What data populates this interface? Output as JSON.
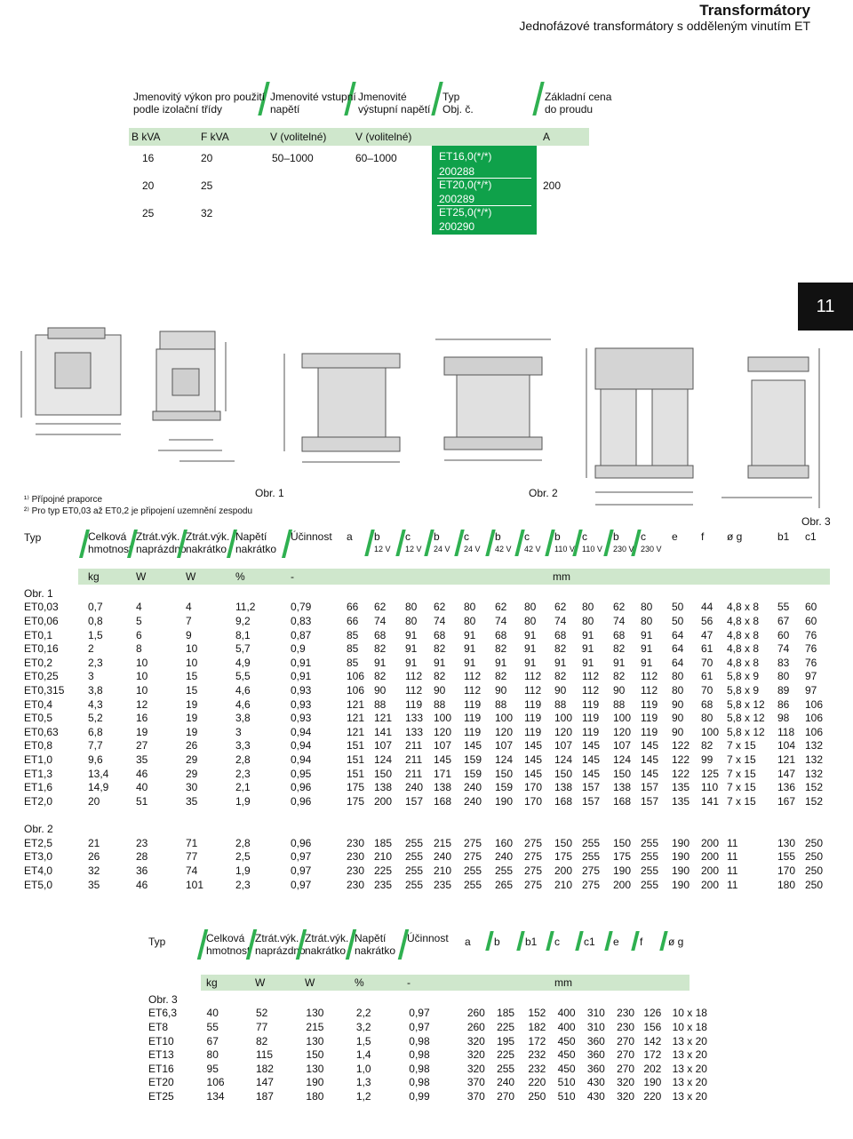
{
  "header": {
    "title": "Transformátory",
    "subtitle": "Jednofázové transformátory s odděleným vinutím ET"
  },
  "top_table": {
    "headers": [
      "Jmenovitý výkon pro použití\npodle izolační třídy",
      "Jmenovité vstupní\nnapětí",
      "Jmenovité\nvýstupní napětí",
      "Typ\nObj. č.",
      "Základní cena\ndo proudu"
    ],
    "units": [
      "B kVA",
      "F kVA",
      "V (volitelné)",
      "V (volitelné)",
      "A"
    ],
    "col_b": [
      "16",
      "20",
      "25"
    ],
    "col_f": [
      "20",
      "25",
      "32"
    ],
    "input_v": "50–1000",
    "output_v": "60–1000",
    "types": [
      {
        "type": "ET16,0(*/*)",
        "code": "200288"
      },
      {
        "type": "ET20,0(*/*)",
        "code": "200289"
      },
      {
        "type": "ET25,0(*/*)",
        "code": "200290"
      }
    ],
    "current": "200"
  },
  "tab_number": "11",
  "figures": {
    "obr1": "Obr. 1",
    "obr2": "Obr. 2",
    "obr3": "Obr. 3"
  },
  "footnotes": {
    "f1": "¹⁾ Přípojné praporce",
    "f2": "²⁾ Pro typ ET0,03 až ET0,2 je připojení uzemnění zespodu"
  },
  "main_table": {
    "headers": [
      "Typ",
      "Celková\nhmotnost",
      "Ztrát.výk.\nnaprázdno",
      "Ztrát.výk.\nnakrátko",
      "Napětí\nnakrátko",
      "Účinnost",
      "a",
      "b",
      "c",
      "b",
      "c",
      "b",
      "c",
      "b",
      "c",
      "b",
      "c",
      "e",
      "f",
      "ø g",
      "b1",
      "c1"
    ],
    "header_subs": [
      "",
      "",
      "",
      "",
      "",
      "",
      "",
      "12 V",
      "12 V",
      "24 V",
      "24 V",
      "42 V",
      "42 V",
      "110 V",
      "110 V",
      "230 V",
      "230 V",
      "",
      "",
      "",
      "",
      ""
    ],
    "units": [
      "",
      "kg",
      "W",
      "W",
      "%",
      "-",
      "",
      "",
      "",
      "",
      "",
      "",
      "",
      "",
      "mm",
      "",
      "",
      "",
      "",
      "",
      "",
      ""
    ],
    "group1_label": "Obr. 1",
    "group1_rows": [
      [
        "ET0,03",
        "0,7",
        "4",
        "4",
        "11,2",
        "0,79",
        "66",
        "62",
        "80",
        "62",
        "80",
        "62",
        "80",
        "62",
        "80",
        "62",
        "80",
        "50",
        "44",
        "4,8 x 8",
        "55",
        "60"
      ],
      [
        "ET0,06",
        "0,8",
        "5",
        "7",
        "9,2",
        "0,83",
        "66",
        "74",
        "80",
        "74",
        "80",
        "74",
        "80",
        "74",
        "80",
        "74",
        "80",
        "50",
        "56",
        "4,8 x 8",
        "67",
        "60"
      ],
      [
        "ET0,1",
        "1,5",
        "6",
        "9",
        "8,1",
        "0,87",
        "85",
        "68",
        "91",
        "68",
        "91",
        "68",
        "91",
        "68",
        "91",
        "68",
        "91",
        "64",
        "47",
        "4,8 x 8",
        "60",
        "76"
      ],
      [
        "ET0,16",
        "2",
        "8",
        "10",
        "5,7",
        "0,9",
        "85",
        "82",
        "91",
        "82",
        "91",
        "82",
        "91",
        "82",
        "91",
        "82",
        "91",
        "64",
        "61",
        "4,8 x 8",
        "74",
        "76"
      ],
      [
        "ET0,2",
        "2,3",
        "10",
        "10",
        "4,9",
        "0,91",
        "85",
        "91",
        "91",
        "91",
        "91",
        "91",
        "91",
        "91",
        "91",
        "91",
        "91",
        "64",
        "70",
        "4,8 x 8",
        "83",
        "76"
      ],
      [
        "ET0,25",
        "3",
        "10",
        "15",
        "5,5",
        "0,91",
        "106",
        "82",
        "112",
        "82",
        "112",
        "82",
        "112",
        "82",
        "112",
        "82",
        "112",
        "80",
        "61",
        "5,8 x 9",
        "80",
        "97"
      ],
      [
        "ET0,315",
        "3,8",
        "10",
        "15",
        "4,6",
        "0,93",
        "106",
        "90",
        "112",
        "90",
        "112",
        "90",
        "112",
        "90",
        "112",
        "90",
        "112",
        "80",
        "70",
        "5,8 x 9",
        "89",
        "97"
      ],
      [
        "ET0,4",
        "4,3",
        "12",
        "19",
        "4,6",
        "0,93",
        "121",
        "88",
        "119",
        "88",
        "119",
        "88",
        "119",
        "88",
        "119",
        "88",
        "119",
        "90",
        "68",
        "5,8 x 12",
        "86",
        "106"
      ],
      [
        "ET0,5",
        "5,2",
        "16",
        "19",
        "3,8",
        "0,93",
        "121",
        "121",
        "133",
        "100",
        "119",
        "100",
        "119",
        "100",
        "119",
        "100",
        "119",
        "90",
        "80",
        "5,8 x 12",
        "98",
        "106"
      ],
      [
        "ET0,63",
        "6,8",
        "19",
        "19",
        "3",
        "0,94",
        "121",
        "141",
        "133",
        "120",
        "119",
        "120",
        "119",
        "120",
        "119",
        "120",
        "119",
        "90",
        "100",
        "5,8 x 12",
        "118",
        "106"
      ],
      [
        "ET0,8",
        "7,7",
        "27",
        "26",
        "3,3",
        "0,94",
        "151",
        "107",
        "211",
        "107",
        "145",
        "107",
        "145",
        "107",
        "145",
        "107",
        "145",
        "122",
        "82",
        "7 x 15",
        "104",
        "132"
      ],
      [
        "ET1,0",
        "9,6",
        "35",
        "29",
        "2,8",
        "0,94",
        "151",
        "124",
        "211",
        "145",
        "159",
        "124",
        "145",
        "124",
        "145",
        "124",
        "145",
        "122",
        "99",
        "7 x 15",
        "121",
        "132"
      ],
      [
        "ET1,3",
        "13,4",
        "46",
        "29",
        "2,3",
        "0,95",
        "151",
        "150",
        "211",
        "171",
        "159",
        "150",
        "145",
        "150",
        "145",
        "150",
        "145",
        "122",
        "125",
        "7 x 15",
        "147",
        "132"
      ],
      [
        "ET1,6",
        "14,9",
        "40",
        "30",
        "2,1",
        "0,96",
        "175",
        "138",
        "240",
        "138",
        "240",
        "159",
        "170",
        "138",
        "157",
        "138",
        "157",
        "135",
        "110",
        "7 x 15",
        "136",
        "152"
      ],
      [
        "ET2,0",
        "20",
        "51",
        "35",
        "1,9",
        "0,96",
        "175",
        "200",
        "157",
        "168",
        "240",
        "190",
        "170",
        "168",
        "157",
        "168",
        "157",
        "135",
        "141",
        "7 x 15",
        "167",
        "152"
      ]
    ],
    "group2_label": "Obr. 2",
    "group2_rows": [
      [
        "ET2,5",
        "21",
        "23",
        "71",
        "2,8",
        "0,96",
        "230",
        "185",
        "255",
        "215",
        "275",
        "160",
        "275",
        "150",
        "255",
        "150",
        "255",
        "190",
        "200",
        "11",
        "130",
        "250"
      ],
      [
        "ET3,0",
        "26",
        "28",
        "77",
        "2,5",
        "0,97",
        "230",
        "210",
        "255",
        "240",
        "275",
        "240",
        "275",
        "175",
        "255",
        "175",
        "255",
        "190",
        "200",
        "11",
        "155",
        "250"
      ],
      [
        "ET4,0",
        "32",
        "36",
        "74",
        "1,9",
        "0,97",
        "230",
        "225",
        "255",
        "210",
        "255",
        "255",
        "275",
        "200",
        "275",
        "190",
        "255",
        "190",
        "200",
        "11",
        "170",
        "250"
      ],
      [
        "ET5,0",
        "35",
        "46",
        "101",
        "2,3",
        "0,97",
        "230",
        "235",
        "255",
        "235",
        "255",
        "265",
        "275",
        "210",
        "275",
        "200",
        "255",
        "190",
        "200",
        "11",
        "180",
        "250"
      ]
    ]
  },
  "bottom_table": {
    "headers": [
      "Typ",
      "Celková\nhmotnost",
      "Ztrát.výk.\nnaprázdno",
      "Ztrát.výk.\nnakrátko",
      "Napětí\nnakrátko",
      "Účinnost",
      "a",
      "b",
      "b1",
      "c",
      "c1",
      "e",
      "f",
      "ø g"
    ],
    "units": [
      "",
      "kg",
      "W",
      "W",
      "%",
      "-",
      "",
      "",
      "",
      "mm",
      "",
      "",
      "",
      ""
    ],
    "group_label": "Obr. 3",
    "rows": [
      [
        "ET6,3",
        "40",
        "52",
        "130",
        "2,2",
        "0,97",
        "260",
        "185",
        "152",
        "400",
        "310",
        "230",
        "126",
        "10 x 18"
      ],
      [
        "ET8",
        "55",
        "77",
        "215",
        "3,2",
        "0,97",
        "260",
        "225",
        "182",
        "400",
        "310",
        "230",
        "156",
        "10 x 18"
      ],
      [
        "ET10",
        "67",
        "82",
        "130",
        "1,5",
        "0,98",
        "320",
        "195",
        "172",
        "450",
        "360",
        "270",
        "142",
        "13 x 20"
      ],
      [
        "ET13",
        "80",
        "115",
        "150",
        "1,4",
        "0,98",
        "320",
        "225",
        "232",
        "450",
        "360",
        "270",
        "172",
        "13 x 20"
      ],
      [
        "ET16",
        "95",
        "182",
        "130",
        "1,0",
        "0,98",
        "320",
        "255",
        "232",
        "450",
        "360",
        "270",
        "202",
        "13 x 20"
      ],
      [
        "ET20",
        "106",
        "147",
        "190",
        "1,3",
        "0,98",
        "370",
        "240",
        "220",
        "510",
        "430",
        "320",
        "190",
        "13 x 20"
      ],
      [
        "ET25",
        "134",
        "187",
        "180",
        "1,2",
        "0,99",
        "370",
        "270",
        "250",
        "510",
        "430",
        "320",
        "220",
        "13 x 20"
      ]
    ]
  },
  "colors": {
    "accent": "#2fb050",
    "band": "#cfe7cc",
    "box": "#0fa14a"
  }
}
